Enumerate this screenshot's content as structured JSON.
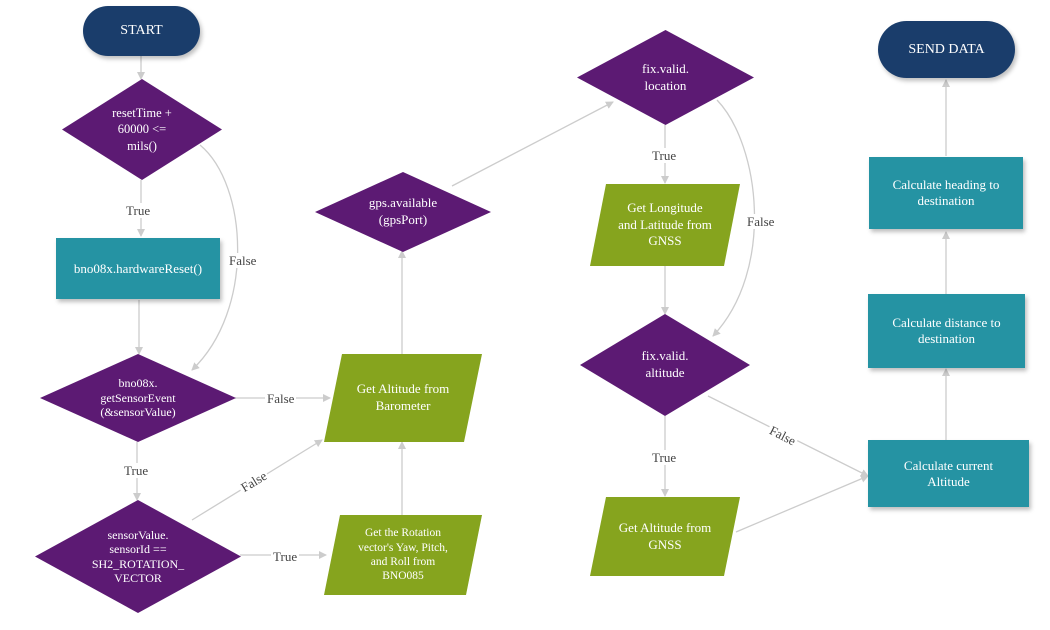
{
  "colors": {
    "terminal": "#1a3d6b",
    "process": "#2593a3",
    "decision": "#5c1a73",
    "input_output": "#86a41e",
    "edge": "#cccccc",
    "label": "#444444"
  },
  "nodes": {
    "start": "START",
    "send_data": "SEND DATA",
    "reset_time": "resetTime +\n60000 <=\nmils()",
    "hardware_reset": "bno08x.hardwareReset()",
    "get_sensor_event": "bno08x.\ngetSensorEvent\n(&sensorValue)",
    "sensor_id_check": "sensorValue.\nsensorId ==\nSH2_ROTATION_\nVECTOR",
    "altitude_barometer": "Get Altitude from\nBarometer",
    "rotation_vector": "Get the Rotation\nvector's Yaw, Pitch,\nand Roll  from\nBNO085",
    "gps_available": "gps.available\n(gpsPort)",
    "fix_location": "fix.valid.\nlocation",
    "get_lon_lat": "Get Longitude\nand Latitude from\nGNSS",
    "fix_altitude": "fix.valid.\naltitude",
    "altitude_gnss": "Get Altitude from\nGNSS",
    "calc_altitude": "Calculate current\nAltitude",
    "calc_distance": "Calculate distance to\ndestination",
    "calc_heading": "Calculate heading to\ndestination"
  },
  "edge_labels": {
    "reset_true": "True",
    "reset_false": "False",
    "sensor_event_true": "True",
    "sensor_event_false": "False",
    "sensor_id_true": "True",
    "sensor_id_false": "False",
    "location_true": "True",
    "location_false": "False",
    "altitude_true": "True",
    "altitude_false": "False"
  }
}
